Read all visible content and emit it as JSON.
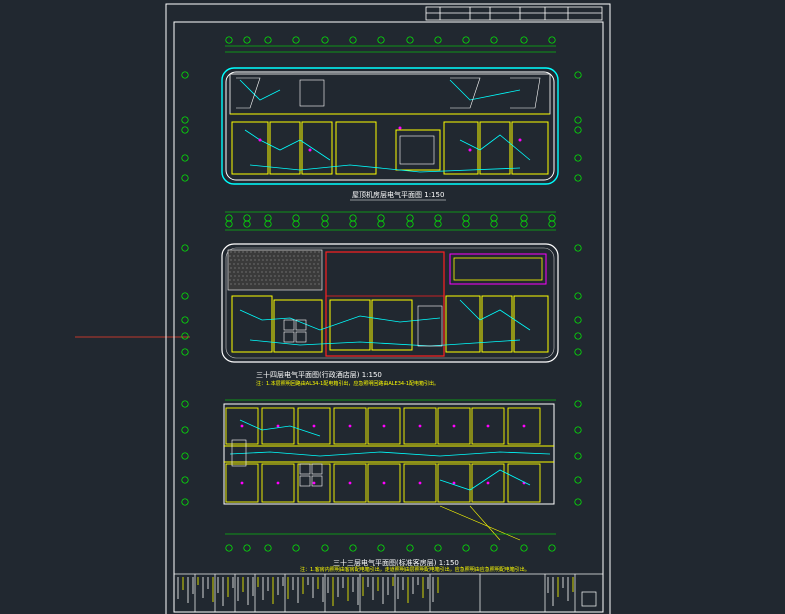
{
  "viewer": {
    "background": "#212830",
    "sheet_border_color": "#ffffff",
    "crosshair_color": "#c0392b"
  },
  "plans": [
    {
      "id": "roof",
      "title": "屋顶机房层电气平面图",
      "scale": "1:150",
      "note": ""
    },
    {
      "id": "floor34",
      "title": "三十四层电气平面图(行政酒店层)",
      "scale": "1:150",
      "note": "注：1.本层照明回路由AL34-1配电箱引出，应急照明回路由ALE34-1配电箱引出。"
    },
    {
      "id": "floor33",
      "title": "三十三层电气平面图(标准客房层)",
      "scale": "1:150",
      "note": "注：1.客房内照明由客房配电箱引出，走道照明由层照明配电箱引出，应急照明由应急照明配电箱引出。"
    }
  ],
  "colors": {
    "wall": "#ffff00",
    "grid_axis": "#00ff00",
    "cyan": "#00ffff",
    "magenta": "#ff00ff",
    "red": "#ff2020",
    "white": "#ffffff"
  }
}
